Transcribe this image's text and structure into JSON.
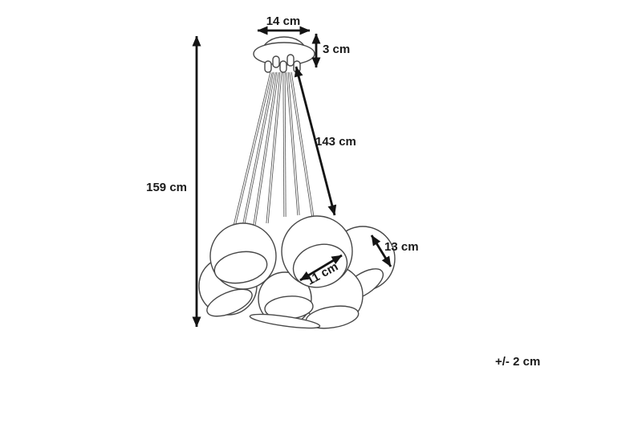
{
  "colors": {
    "background": "#ffffff",
    "drawing_line": "#474747",
    "dimension_line": "#141414",
    "text": "#1a1a1a"
  },
  "labels": {
    "total_height": "159 cm",
    "canopy_diameter": "14 cm",
    "canopy_height": "3 cm",
    "cord_length": "143 cm",
    "shade_opening_diameter": "11 cm",
    "shade_diameter": "13 cm",
    "tolerance": "+/- 2 cm"
  }
}
